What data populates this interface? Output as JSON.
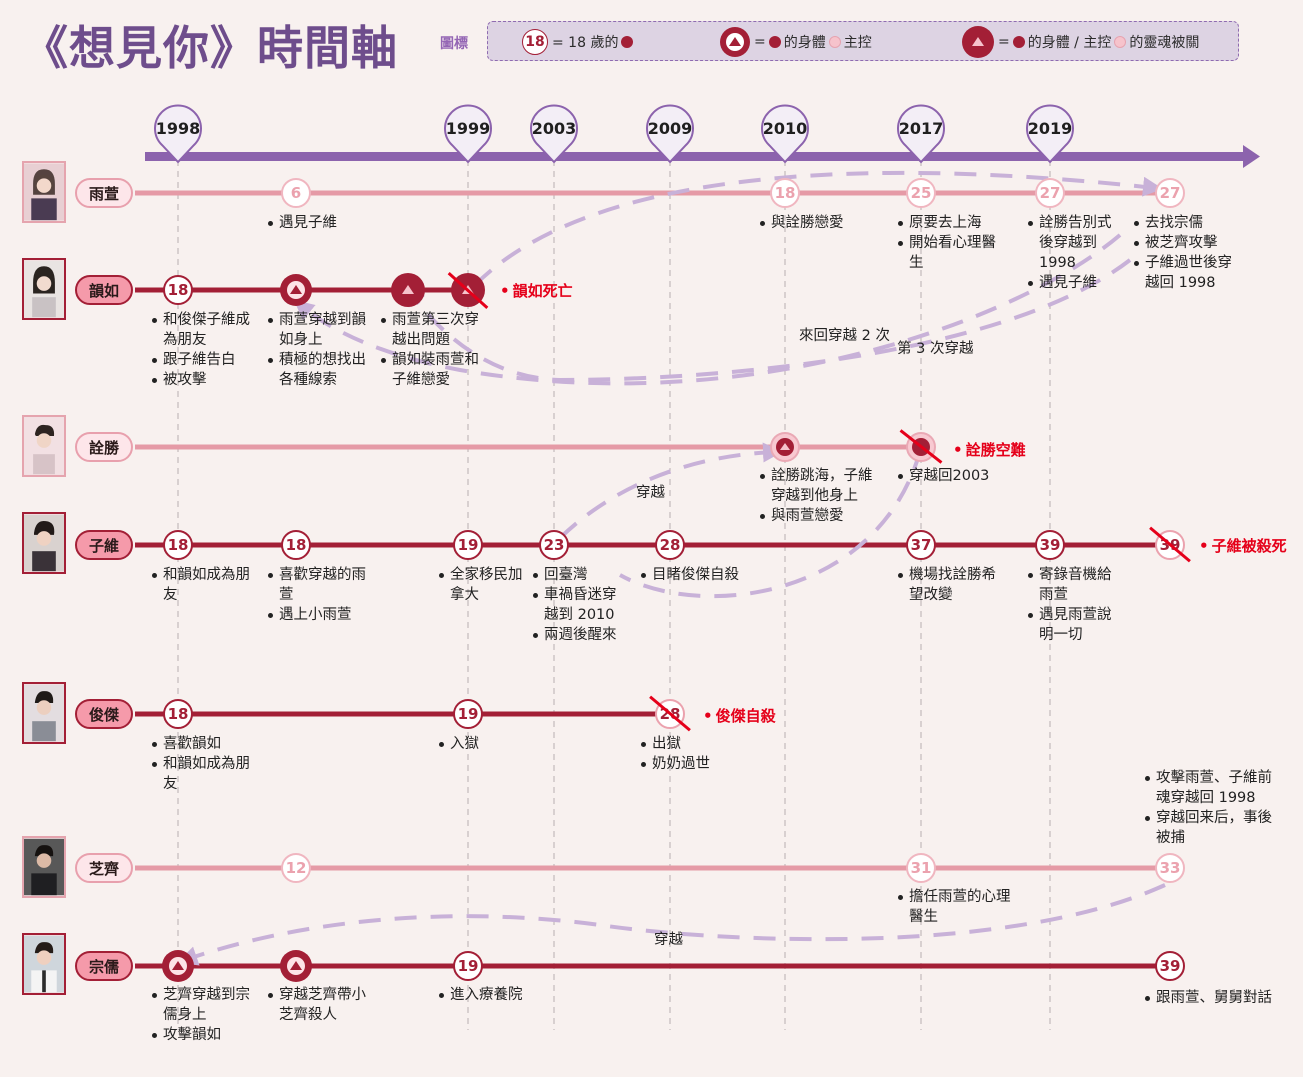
{
  "title": "《想見你》時間軸",
  "legend": {
    "label": "圖標",
    "item1_num": "18",
    "item1_text": "= 18 歲的",
    "item2_text_a": "=",
    "item2_text_b": "的身體",
    "item2_text_c": "主控",
    "item3_text_a": "=",
    "item3_text_b": "的身體 / 主控",
    "item3_text_c": "的靈魂被關"
  },
  "years": [
    "1998",
    "1999",
    "2003",
    "2009",
    "2010",
    "2017",
    "2019"
  ],
  "colors": {
    "axis": "#8c63ad",
    "dark_line": "#a31f36",
    "light_line": "#e59aa6",
    "arrow": "#c8b1d8",
    "death": "#e5001a",
    "title": "#6e4d8c"
  },
  "characters": [
    {
      "name": "雨萱",
      "style": "light",
      "nodes": [
        "6",
        "18",
        "25",
        "27",
        "27"
      ],
      "notes": [
        [
          "遇見子維"
        ],
        [
          "與詮勝戀愛"
        ],
        [
          "原要去上海",
          "開始看心理醫生"
        ],
        [
          "詮勝告別式後穿越到 1998",
          "遇見子維"
        ],
        [
          "去找宗儒",
          "被芝齊攻擊",
          "子維過世後穿越回 1998"
        ]
      ]
    },
    {
      "name": "韻如",
      "style": "dark",
      "nodes": [
        "18"
      ],
      "notes": [
        [
          "和俊傑子維成為朋友",
          "跟子維告白",
          "被攻擊"
        ],
        [
          "雨萱穿越到韻如身上",
          "積極的想找出各種線索"
        ],
        [
          "雨萱第三次穿越出問題",
          "韻如裝雨萱和子維戀愛"
        ]
      ],
      "death": "韻如死亡"
    },
    {
      "name": "詮勝",
      "style": "light",
      "notes": [
        [
          "詮勝跳海，子維穿越到他身上",
          "與雨萱戀愛"
        ],
        [
          "穿越回2003"
        ]
      ],
      "death": "詮勝空難"
    },
    {
      "name": "子維",
      "style": "dark",
      "nodes": [
        "18",
        "18",
        "19",
        "23",
        "28",
        "37",
        "39",
        "39"
      ],
      "notes": [
        [
          "和韻如成為朋友"
        ],
        [
          "喜歡穿越的雨萱",
          "遇上小雨萱"
        ],
        [
          "全家移民加拿大"
        ],
        [
          "回臺灣",
          "車禍昏迷穿越到 2010",
          "兩週後醒來"
        ],
        [
          "目睹俊傑自殺"
        ],
        [
          "機場找詮勝希望改變"
        ],
        [
          "寄錄音機給雨萱",
          "遇見雨萱說明一切"
        ]
      ],
      "death": "子維被殺死"
    },
    {
      "name": "俊傑",
      "style": "dark",
      "nodes": [
        "18",
        "19",
        "28"
      ],
      "notes": [
        [
          "喜歡韻如",
          "和韻如成為朋友"
        ],
        [
          "入獄"
        ],
        [
          "出獄",
          "奶奶過世"
        ]
      ],
      "death": "俊傑自殺"
    },
    {
      "name": "芝齊",
      "style": "light",
      "nodes": [
        "12",
        "31",
        "33"
      ],
      "notes": [
        [
          "擔任雨萱的心理醫生"
        ],
        [
          "攻擊雨萱、子維前魂穿越回 1998",
          "穿越回来后，事後被捕"
        ]
      ]
    },
    {
      "name": "宗儒",
      "style": "dark",
      "nodes": [
        "19",
        "39"
      ],
      "notes": [
        [
          "芝齊穿越到宗儒身上",
          "攻擊韻如"
        ],
        [
          "穿越芝齊帶小芝齊殺人"
        ],
        [
          "進入療養院"
        ],
        [
          "跟雨萱、舅舅對話"
        ]
      ]
    }
  ],
  "arrow_labels": [
    "來回穿越 2 次",
    "第 3 次穿越",
    "穿越",
    "穿越"
  ]
}
